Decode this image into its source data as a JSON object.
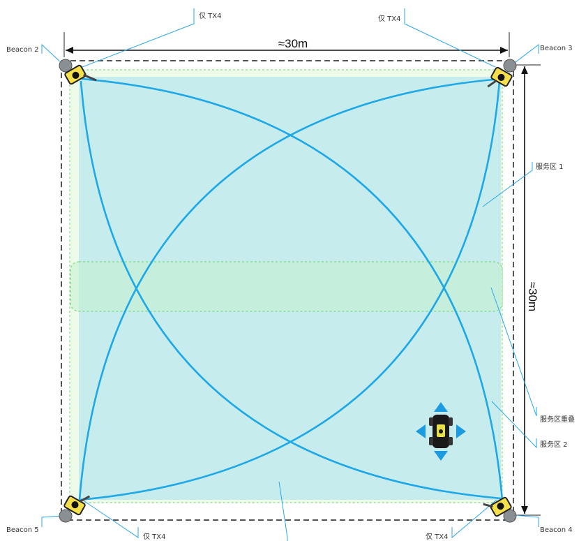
{
  "dimensions": {
    "width_label": "≈30m",
    "height_label": "≈30m"
  },
  "beacons": {
    "top_left": "Beacon 2",
    "top_right": "Beacon 3",
    "bottom_right": "Beacon 4",
    "bottom_left": "Beacon 5"
  },
  "tx_labels": {
    "top_left": "仅 TX4",
    "top_right": "仅 TX4",
    "bottom_left": "仅 TX4",
    "bottom_right": "仅 TX4"
  },
  "zones": {
    "zone1": "服务区 1",
    "overlap": "服务区重叠",
    "zone2": "服务区 2"
  },
  "colors": {
    "coverage_fill": "#a9e2ea",
    "coverage_stroke": "#1aa7e6",
    "service_zone_fill": "#e9fae3",
    "service_zone_stroke": "#5fd36a",
    "overlap_fill": "#c6f1d0",
    "callout_line": "#2aa6e8",
    "boundary": "#555555",
    "arrow_blue": "#1c9be0"
  }
}
